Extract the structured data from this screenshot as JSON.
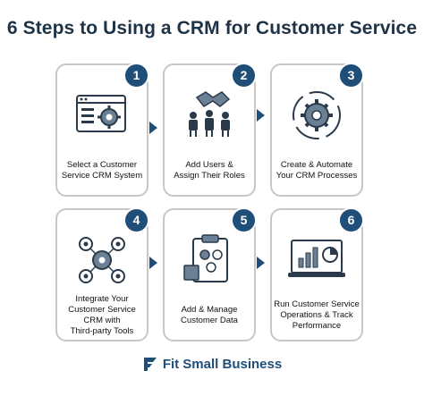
{
  "title": "6 Steps to Using a CRM for Customer Service",
  "steps": [
    {
      "number": "1",
      "label": "Select a Customer\nService CRM System",
      "icon": "browser-gear-icon"
    },
    {
      "number": "2",
      "label": "Add Users &\nAssign Their Roles",
      "icon": "team-handshake-icon"
    },
    {
      "number": "3",
      "label": "Create & Automate\nYour CRM Processes",
      "icon": "gear-cycle-icon"
    },
    {
      "number": "4",
      "label": "Integrate Your\nCustomer Service\nCRM with\nThird-party Tools",
      "icon": "integration-network-icon"
    },
    {
      "number": "5",
      "label": "Add & Manage\nCustomer Data",
      "icon": "clipboard-data-icon"
    },
    {
      "number": "6",
      "label": "Run Customer Service\nOperations & Track\nPerformance",
      "icon": "analytics-monitor-icon"
    }
  ],
  "brand": {
    "name": "Fit Small Business",
    "icon": "fsb-logo-icon"
  },
  "colors": {
    "accent": "#1f4e79",
    "text": "#1f3347",
    "border": "#c7c7c7"
  }
}
